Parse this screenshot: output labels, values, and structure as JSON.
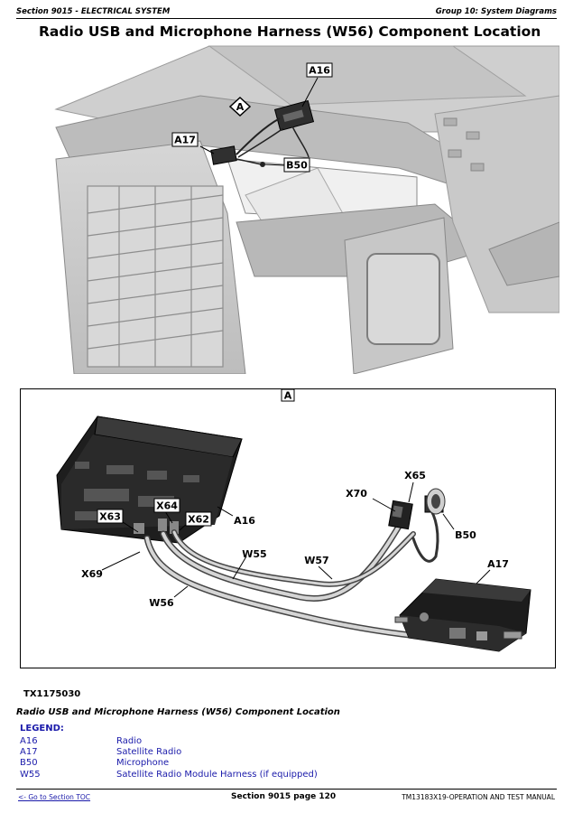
{
  "header": {
    "section": "Section 9015 - ELECTRICAL SYSTEM",
    "group": "Group 10: System Diagrams"
  },
  "title": "Radio USB and Microphone Harness (W56) Component Location",
  "figure_top": {
    "callouts": {
      "a16": "A16",
      "a17": "A17",
      "b50": "B50",
      "detail_ref": "A"
    }
  },
  "figure_detail": {
    "label": "A",
    "callouts": {
      "x65": "X65",
      "x70": "X70",
      "x64": "X64",
      "x63": "X63",
      "x62": "X62",
      "a16": "A16",
      "b50": "B50",
      "a17": "A17",
      "x69": "X69",
      "w55": "W55",
      "w57": "W57",
      "w56": "W56"
    }
  },
  "figure_id": "TX1175030",
  "caption": "Radio USB and Microphone Harness (W56) Component Location",
  "legend": {
    "title": "LEGEND:",
    "items": [
      {
        "code": "A16",
        "desc": "Radio"
      },
      {
        "code": "A17",
        "desc": "Satellite Radio"
      },
      {
        "code": "B50",
        "desc": "Microphone"
      },
      {
        "code": "W55",
        "desc": "Satellite Radio Module Harness (if equipped)"
      }
    ]
  },
  "footer": {
    "toc_link": "<- Go to Section TOC",
    "page": "Section 9015 page 120",
    "manual": "TM13183X19-OPERATION AND TEST MANUAL"
  }
}
